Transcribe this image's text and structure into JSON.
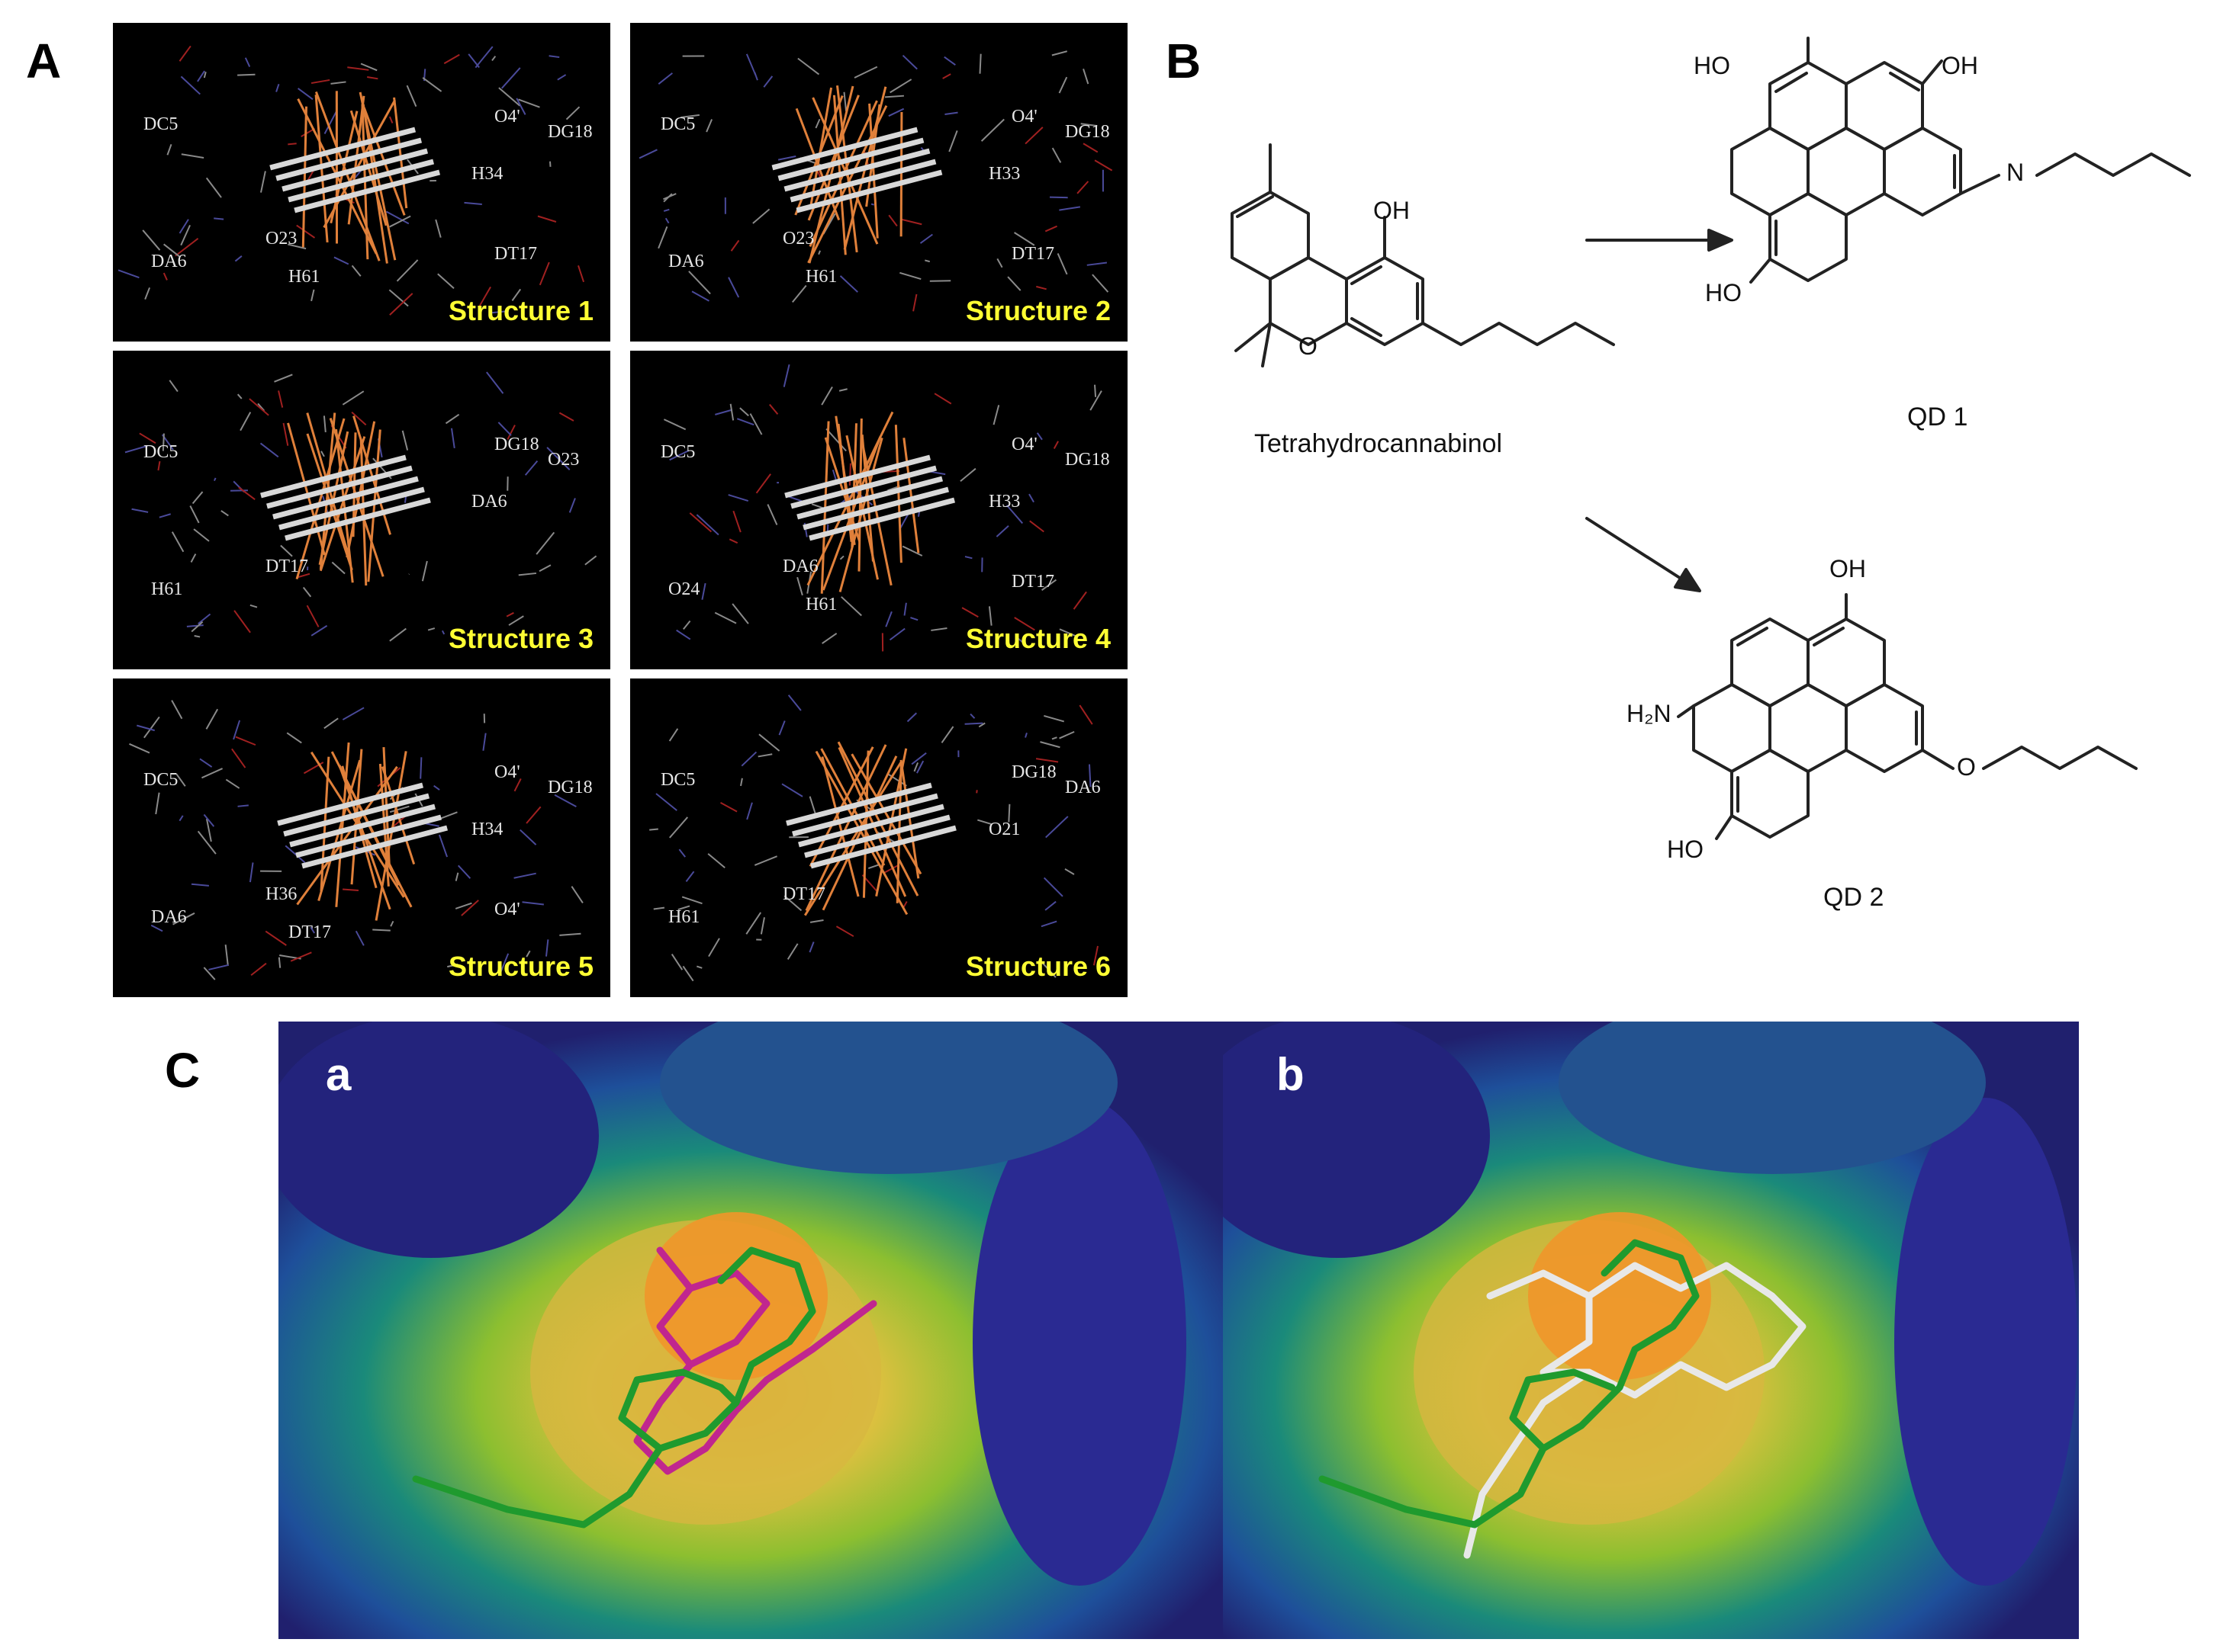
{
  "figure": {
    "panel_labels": {
      "a": "A",
      "b": "B",
      "c": "C"
    },
    "structures": [
      {
        "caption": "Structure 1",
        "atom_labels": [
          "DC5",
          "O4'",
          "DG18",
          "H34",
          "DA6",
          "O23",
          "H61",
          "DT17"
        ]
      },
      {
        "caption": "Structure 2",
        "atom_labels": [
          "DC5",
          "O4'",
          "DG18",
          "H33",
          "DA6",
          "O23",
          "H61",
          "DT17"
        ]
      },
      {
        "caption": "Structure 3",
        "atom_labels": [
          "DC5",
          "DG18",
          "O23",
          "DA6",
          "H61",
          "DT17"
        ]
      },
      {
        "caption": "Structure 4",
        "atom_labels": [
          "DC5",
          "O4'",
          "DG18",
          "H33",
          "O24",
          "DA6",
          "H61",
          "DT17"
        ]
      },
      {
        "caption": "Structure 5",
        "atom_labels": [
          "DC5",
          "O4'",
          "DG18",
          "H34",
          "DA6",
          "H36",
          "DT17",
          "O4'"
        ]
      },
      {
        "caption": "Structure 6",
        "atom_labels": [
          "DC5",
          "DG18",
          "DA6",
          "O21",
          "H61",
          "DT17"
        ]
      }
    ],
    "chemistry": {
      "thc_name": "Tetrahydrocannabinol",
      "thc_oh": "OH",
      "thc_o": "O",
      "qd1_name": "QD 1",
      "qd1_ho_left": "HO",
      "qd1_oh_right": "OH",
      "qd1_n": "N",
      "qd1_ho_bottom": "HO",
      "qd2_name": "QD 2",
      "qd2_oh_top": "OH",
      "qd2_h2n": "H₂N",
      "qd2_o": "O",
      "qd2_ho_bottom": "HO"
    },
    "docking": {
      "sub_a": "a",
      "sub_b": "b"
    },
    "colors": {
      "caption_yellow": "#ffff33",
      "ligand_magenta": "#c0268f",
      "ligand_green": "#1f9a2e",
      "ligand_white": "#e8e8e8",
      "bond_orange": "#e0803a"
    }
  }
}
